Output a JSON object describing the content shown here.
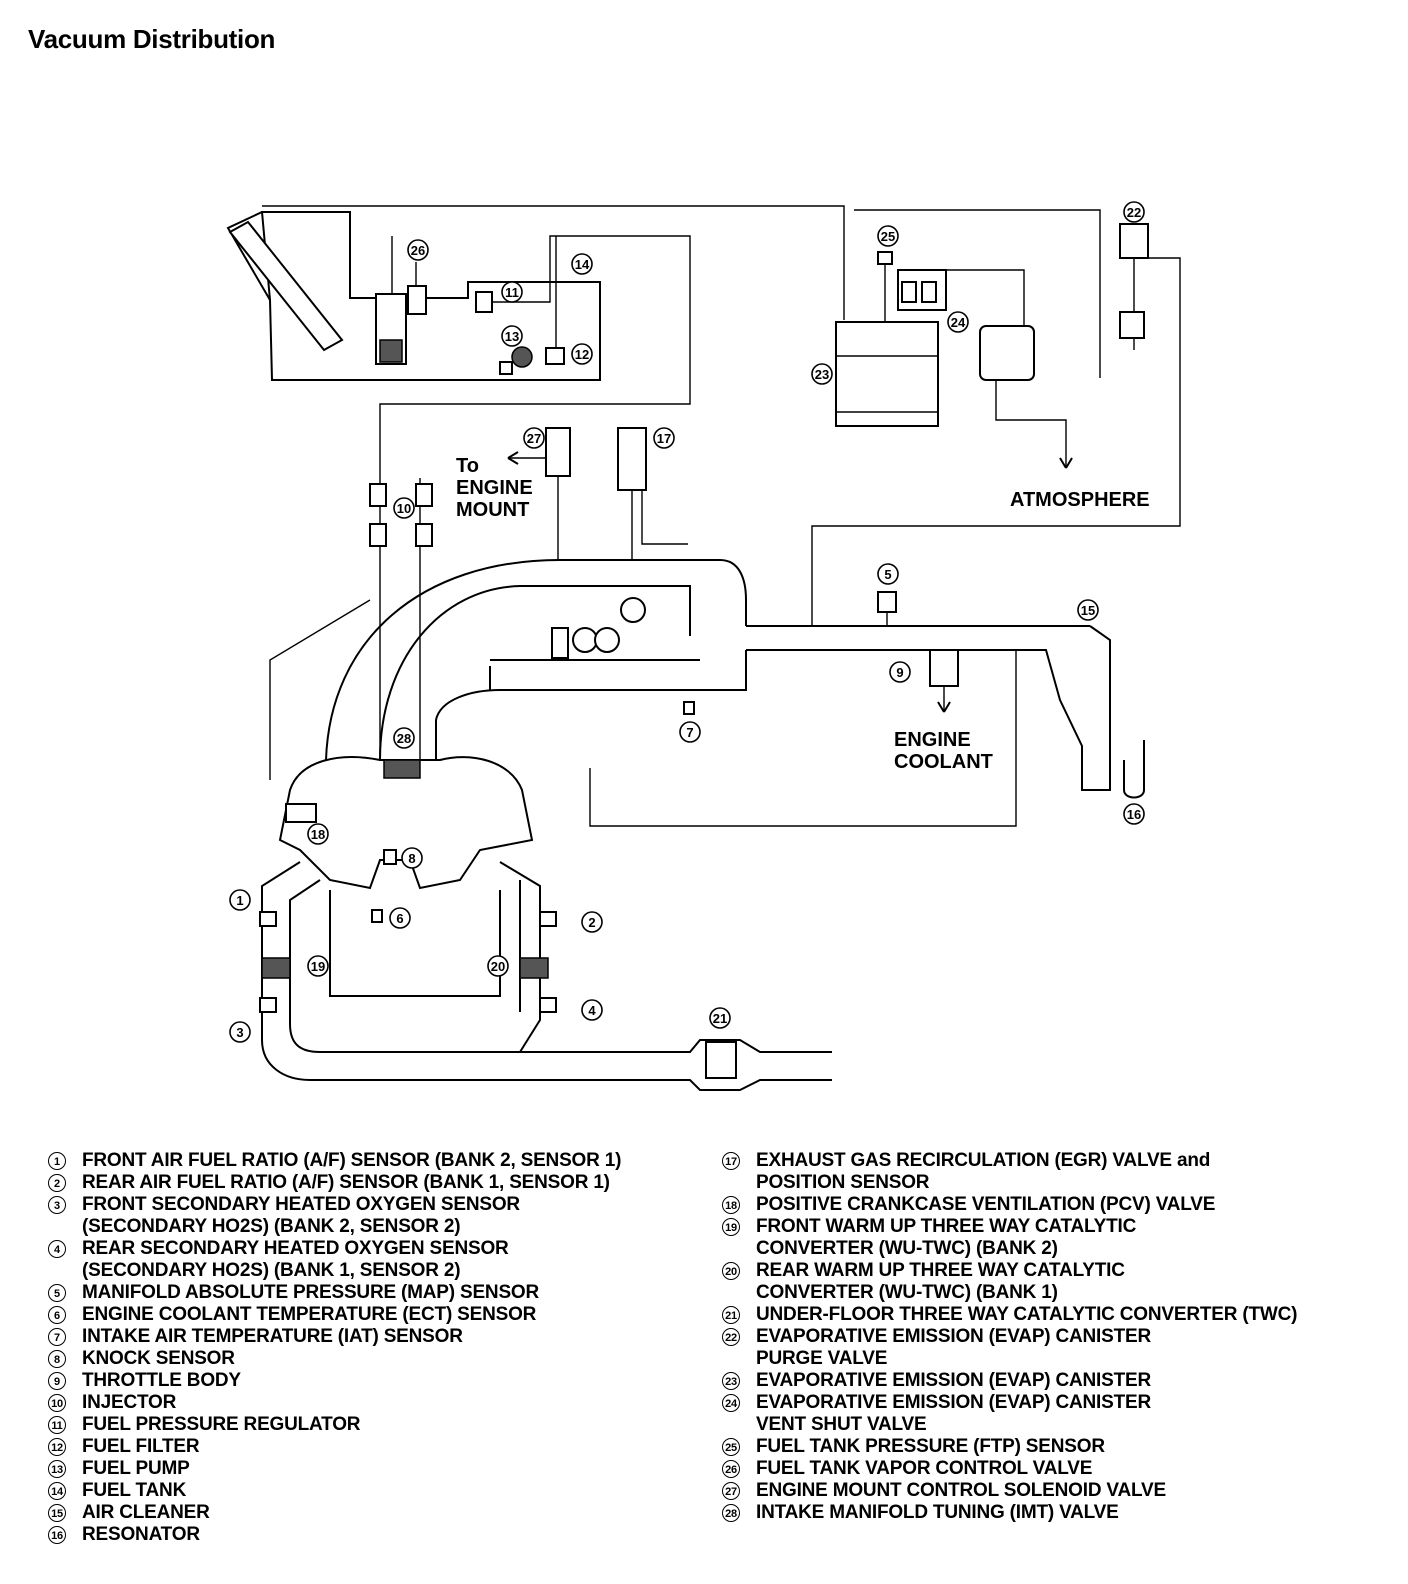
{
  "title": "Vacuum Distribution",
  "labels": {
    "to_engine_mount": "To\nENGINE\nMOUNT",
    "atmosphere": "ATMOSPHERE",
    "engine_coolant": "ENGINE\nCOOLANT"
  },
  "legend_left": [
    {
      "num": "1",
      "text": "FRONT AIR FUEL RATIO (A/F) SENSOR (BANK 2, SENSOR 1)"
    },
    {
      "num": "2",
      "text": "REAR AIR FUEL RATIO (A/F) SENSOR (BANK 1, SENSOR 1)"
    },
    {
      "num": "3",
      "text": "FRONT SECONDARY HEATED OXYGEN SENSOR\n(SECONDARY HO2S) (BANK 2, SENSOR 2)"
    },
    {
      "num": "4",
      "text": "REAR SECONDARY HEATED OXYGEN SENSOR\n(SECONDARY HO2S) (BANK 1, SENSOR 2)"
    },
    {
      "num": "5",
      "text": "MANIFOLD ABSOLUTE PRESSURE (MAP) SENSOR"
    },
    {
      "num": "6",
      "text": "ENGINE COOLANT TEMPERATURE (ECT) SENSOR"
    },
    {
      "num": "7",
      "text": "INTAKE AIR TEMPERATURE (IAT) SENSOR"
    },
    {
      "num": "8",
      "text": "KNOCK SENSOR"
    },
    {
      "num": "9",
      "text": "THROTTLE BODY"
    },
    {
      "num": "10",
      "text": "INJECTOR"
    },
    {
      "num": "11",
      "text": "FUEL PRESSURE REGULATOR"
    },
    {
      "num": "12",
      "text": "FUEL FILTER"
    },
    {
      "num": "13",
      "text": "FUEL PUMP"
    },
    {
      "num": "14",
      "text": "FUEL TANK"
    },
    {
      "num": "15",
      "text": "AIR CLEANER"
    },
    {
      "num": "16",
      "text": "RESONATOR"
    }
  ],
  "legend_right": [
    {
      "num": "17",
      "text": "EXHAUST GAS RECIRCULATION (EGR) VALVE and\nPOSITION SENSOR"
    },
    {
      "num": "18",
      "text": "POSITIVE CRANKCASE VENTILATION (PCV) VALVE"
    },
    {
      "num": "19",
      "text": "FRONT WARM UP THREE WAY CATALYTIC\nCONVERTER (WU-TWC) (BANK 2)"
    },
    {
      "num": "20",
      "text": "REAR WARM UP THREE WAY CATALYTIC\nCONVERTER (WU-TWC) (BANK 1)"
    },
    {
      "num": "21",
      "text": "UNDER-FLOOR THREE WAY CATALYTIC CONVERTER (TWC)"
    },
    {
      "num": "22",
      "text": "EVAPORATIVE EMISSION (EVAP) CANISTER\nPURGE VALVE"
    },
    {
      "num": "23",
      "text": "EVAPORATIVE EMISSION (EVAP) CANISTER"
    },
    {
      "num": "24",
      "text": "EVAPORATIVE EMISSION (EVAP) CANISTER\nVENT SHUT VALVE"
    },
    {
      "num": "25",
      "text": "FUEL TANK PRESSURE (FTP) SENSOR"
    },
    {
      "num": "26",
      "text": "FUEL TANK VAPOR CONTROL VALVE"
    },
    {
      "num": "27",
      "text": "ENGINE MOUNT CONTROL SOLENOID VALVE"
    },
    {
      "num": "28",
      "text": "INTAKE MANIFOLD TUNING (IMT) VALVE"
    }
  ],
  "callouts": [
    "1",
    "2",
    "3",
    "4",
    "5",
    "6",
    "7",
    "8",
    "9",
    "10",
    "11",
    "12",
    "13",
    "14",
    "15",
    "16",
    "17",
    "18",
    "19",
    "20",
    "21",
    "22",
    "23",
    "24",
    "25",
    "26",
    "27",
    "28"
  ]
}
